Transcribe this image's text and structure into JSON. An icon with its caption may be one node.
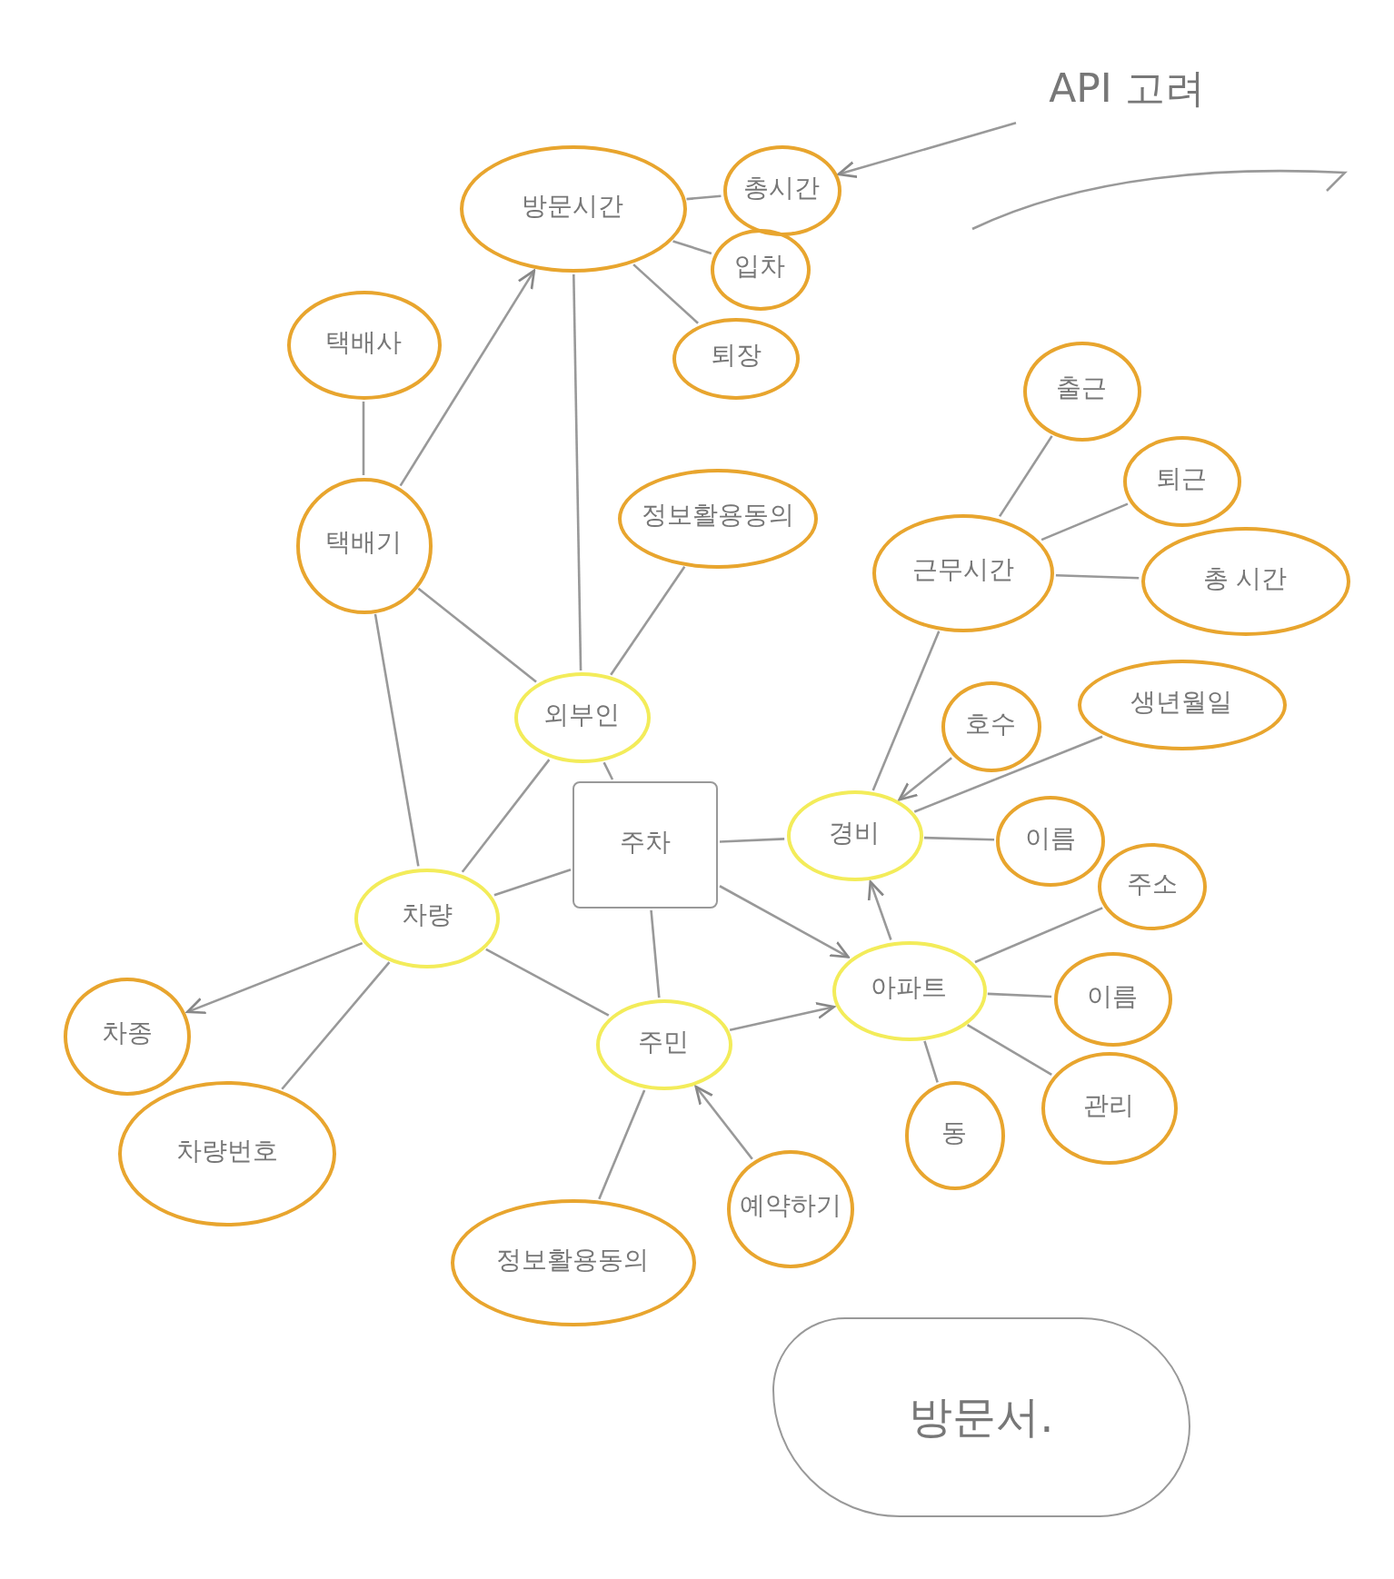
{
  "diagram": {
    "nodes": [
      {
        "text": [
          "API 고려"
        ]
      },
      {
        "text": [
          "방문시간"
        ]
      },
      {
        "text": [
          "총시간"
        ]
      },
      {
        "text": [
          "입차"
        ]
      },
      {
        "text": [
          "퇴장"
        ]
      },
      {
        "text": [
          "택배사"
        ]
      },
      {
        "text": [
          "택배기"
        ]
      },
      {
        "text": [
          "정보활용동의"
        ]
      },
      {
        "text": [
          "근무시간"
        ]
      },
      {
        "text": [
          "출근"
        ]
      },
      {
        "text": [
          "퇴근"
        ]
      },
      {
        "text": [
          "총 시간"
        ]
      },
      {
        "text": [
          "외부인"
        ]
      },
      {
        "text": [
          "호수"
        ]
      },
      {
        "text": [
          "생년월일"
        ]
      },
      {
        "text": [
          "주차"
        ]
      },
      {
        "text": [
          "경비"
        ]
      },
      {
        "text": [
          "이름"
        ]
      },
      {
        "text": [
          "차량"
        ]
      },
      {
        "text": [
          "주소"
        ]
      },
      {
        "text": [
          "차종"
        ]
      },
      {
        "text": [
          "아파트"
        ]
      },
      {
        "text": [
          "이름"
        ]
      },
      {
        "text": [
          "주민"
        ]
      },
      {
        "text": [
          "관리"
        ]
      },
      {
        "text": [
          "차량번호"
        ]
      },
      {
        "text": [
          "동"
        ]
      },
      {
        "text": [
          "정보활용동의"
        ]
      },
      {
        "text": [
          "예약하기"
        ]
      },
      {
        "text": [
          "방문서."
        ]
      }
    ],
    "edges": [
      {
        "from": 0,
        "to": 2,
        "arrow": "to"
      },
      {
        "from": 1,
        "to": 2,
        "arrow": "none"
      },
      {
        "from": 1,
        "to": 3,
        "arrow": "none"
      },
      {
        "from": 1,
        "to": 4,
        "arrow": "none"
      },
      {
        "from": 6,
        "to": 5,
        "arrow": "none"
      },
      {
        "from": 6,
        "to": 1,
        "arrow": "to"
      },
      {
        "from": 12,
        "to": 1,
        "arrow": "none"
      },
      {
        "from": 12,
        "to": 7,
        "arrow": "none"
      },
      {
        "from": 12,
        "to": 6,
        "arrow": "none"
      },
      {
        "from": 6,
        "to": 18,
        "arrow": "none"
      },
      {
        "from": 12,
        "to": 15,
        "arrow": "none"
      },
      {
        "from": 12,
        "to": 18,
        "arrow": "none"
      },
      {
        "from": 15,
        "to": 16,
        "arrow": "none"
      },
      {
        "from": 15,
        "to": 18,
        "arrow": "none"
      },
      {
        "from": 15,
        "to": 23,
        "arrow": "none"
      },
      {
        "from": 15,
        "to": 21,
        "arrow": "to"
      },
      {
        "from": 18,
        "to": 20,
        "arrow": "to"
      },
      {
        "from": 18,
        "to": 25,
        "arrow": "none"
      },
      {
        "from": 18,
        "to": 23,
        "arrow": "none"
      },
      {
        "from": 23,
        "to": 21,
        "arrow": "to"
      },
      {
        "from": 23,
        "to": 27,
        "arrow": "none"
      },
      {
        "from": 28,
        "to": 23,
        "arrow": "to"
      },
      {
        "from": 16,
        "to": 8,
        "arrow": "none"
      },
      {
        "from": 8,
        "to": 9,
        "arrow": "none"
      },
      {
        "from": 8,
        "to": 10,
        "arrow": "none"
      },
      {
        "from": 8,
        "to": 11,
        "arrow": "none"
      },
      {
        "from": 13,
        "to": 16,
        "arrow": "to"
      },
      {
        "from": 16,
        "to": 14,
        "arrow": "none"
      },
      {
        "from": 16,
        "to": 17,
        "arrow": "none"
      },
      {
        "from": 21,
        "to": 16,
        "arrow": "to"
      },
      {
        "from": 21,
        "to": 19,
        "arrow": "none"
      },
      {
        "from": 21,
        "to": 22,
        "arrow": "none"
      },
      {
        "from": 21,
        "to": 24,
        "arrow": "none"
      },
      {
        "from": 21,
        "to": 26,
        "arrow": "none"
      }
    ]
  }
}
